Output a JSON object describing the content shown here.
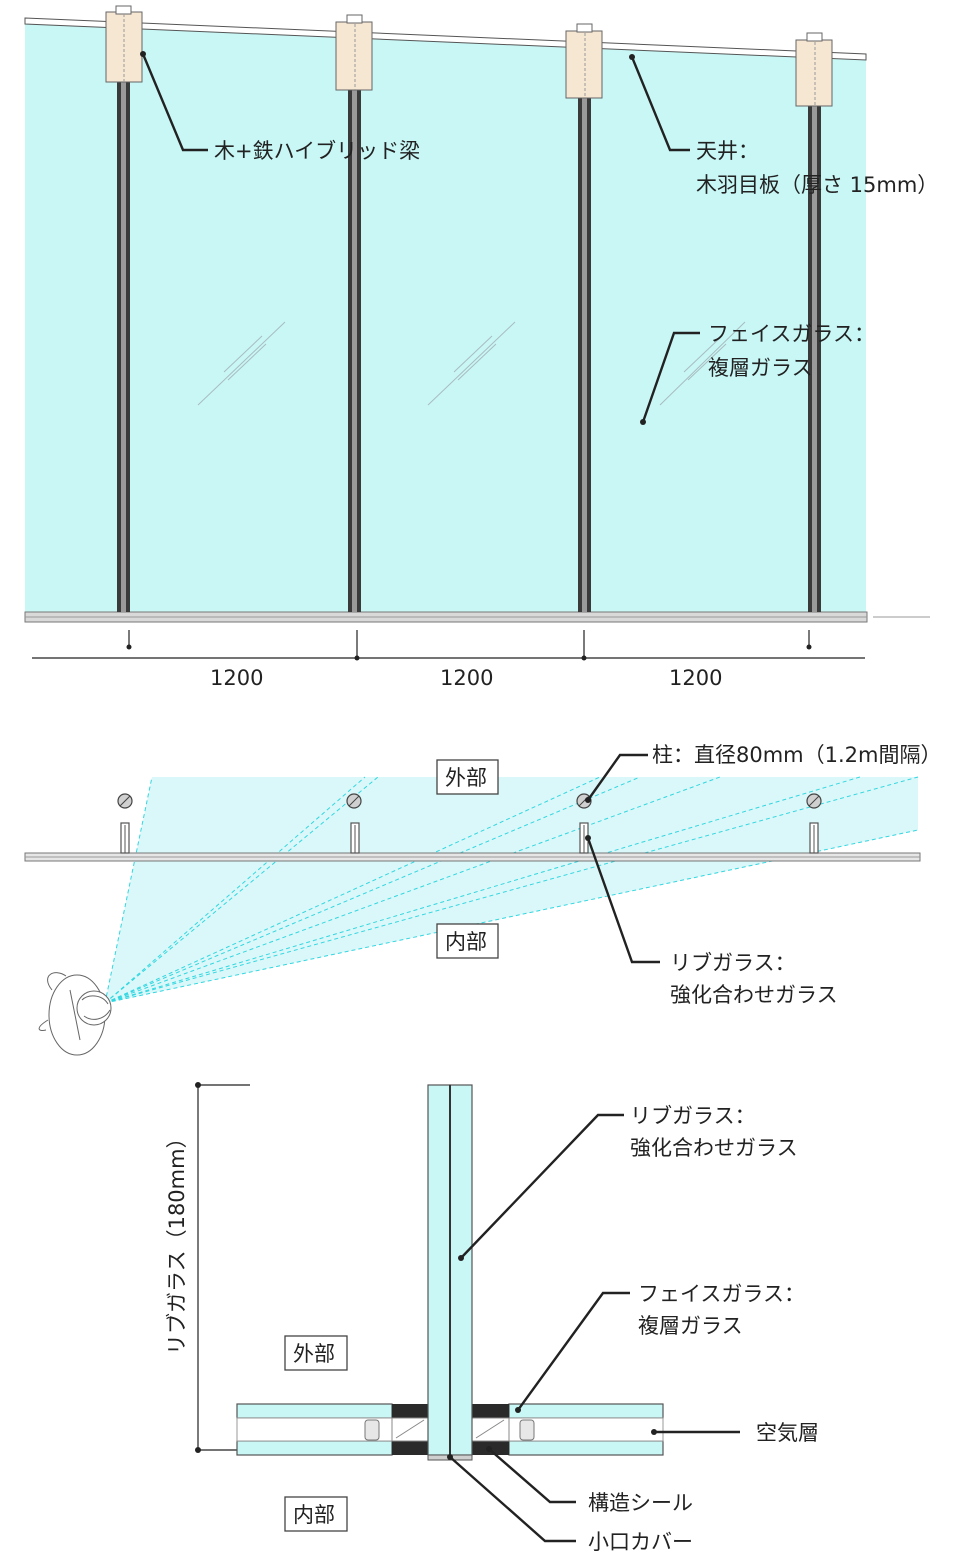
{
  "elevation": {
    "labels": {
      "beam": "木+鉄ハイブリッド梁",
      "ceiling_line1": "天井：",
      "ceiling_line2": "木羽目板（厚さ 15mm）",
      "face_glass_line1": "フェイスガラス：",
      "face_glass_line2": "複層ガラス"
    },
    "dimensions": [
      "1200",
      "1200",
      "1200"
    ]
  },
  "plan": {
    "labels": {
      "column": "柱：直径80mm（1.2m間隔）",
      "exterior": "外部",
      "interior": "内部",
      "rib_line1": "リブガラス：",
      "rib_line2": "強化合わせガラス"
    }
  },
  "detail": {
    "labels": {
      "rib_line1": "リブガラス：",
      "rib_line2": "強化合わせガラス",
      "face_line1": "フェイスガラス：",
      "face_line2": "複層ガラス",
      "air_layer": "空気層",
      "structural_seal": "構造シール",
      "edge_cover": "小口カバー",
      "exterior": "外部",
      "interior": "内部",
      "rib_dimension": "リブガラス（180mm）"
    }
  },
  "colors": {
    "glass": "#c8f7f6",
    "glass_edge": "#8fd9dc",
    "wood": "#f6e7d2",
    "sightline": "#33d6e0",
    "ink": "#222222"
  }
}
